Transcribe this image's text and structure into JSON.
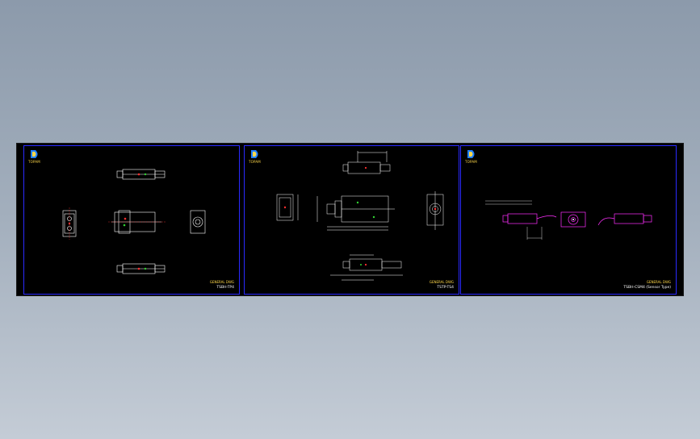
{
  "sheets": [
    {
      "brand": "TOPAM",
      "title": "GENERAL DWG",
      "model": "TSBH-TP4"
    },
    {
      "brand": "TOPAM",
      "title": "GENERAL DWG",
      "model": "TSTP-TS4"
    },
    {
      "brand": "TOPAM",
      "title": "GENERAL DWG",
      "model": "TSBH-CSM4 (Sensor Type)"
    }
  ],
  "colors": {
    "background": "#9aa6b5",
    "sheet_border": "#2a2aff",
    "title_yellow": "#ffd84a",
    "part_white": "#ffffff",
    "accent_red": "#ff3030",
    "accent_green": "#30d030",
    "sensor_magenta": "#ff30ff"
  },
  "icons": [
    "topam-logo-icon"
  ]
}
